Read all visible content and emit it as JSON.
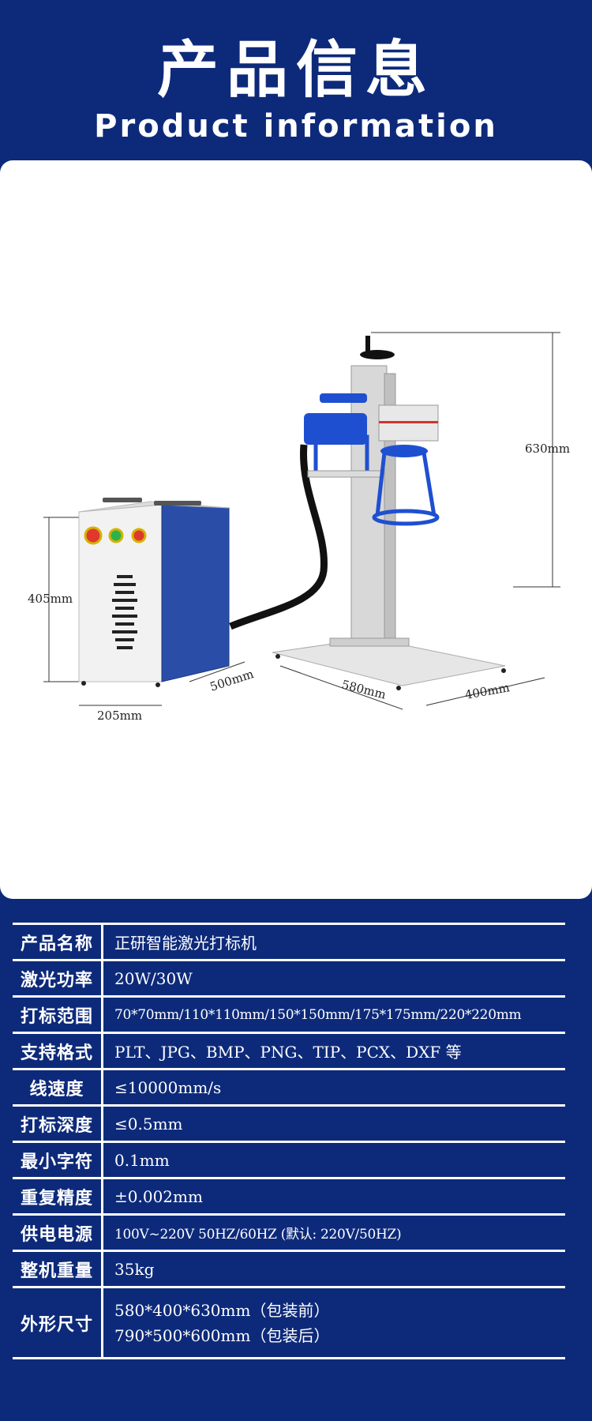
{
  "header": {
    "title_cn": "产品信息",
    "title_en": "Product information"
  },
  "dimensions": {
    "height_cabinet": "405mm",
    "width_cabinet": "205mm",
    "depth_cabinet": "500mm",
    "base_width": "580mm",
    "base_depth": "400mm",
    "column_height": "630mm"
  },
  "specs": [
    {
      "label": "产品名称",
      "value": "正研智能激光打标机"
    },
    {
      "label": "激光功率",
      "value": "20W/30W"
    },
    {
      "label": "打标范围",
      "value": "70*70mm/110*110mm/150*150mm/175*175mm/220*220mm"
    },
    {
      "label": "支持格式",
      "value": "PLT、JPG、BMP、PNG、TIP、PCX、DXF 等"
    },
    {
      "label": "线速度",
      "value": "≤10000mm/s"
    },
    {
      "label": "打标深度",
      "value": "≤0.5mm"
    },
    {
      "label": "最小字符",
      "value": "0.1mm"
    },
    {
      "label": "重复精度",
      "value": "±0.002mm"
    },
    {
      "label": "供电电源",
      "value": "100V~220V  50HZ/60HZ (默认: 220V/50HZ)"
    },
    {
      "label": "整机重量",
      "value": "35kg"
    },
    {
      "label": "外形尺寸",
      "value_lines": [
        "580*400*630mm（包装前）",
        "790*500*600mm（包装后）"
      ]
    }
  ],
  "colors": {
    "background": "#0d2a7a",
    "cabinet_blue": "#2a4ea8",
    "accent_blue": "#1f4fd1"
  }
}
